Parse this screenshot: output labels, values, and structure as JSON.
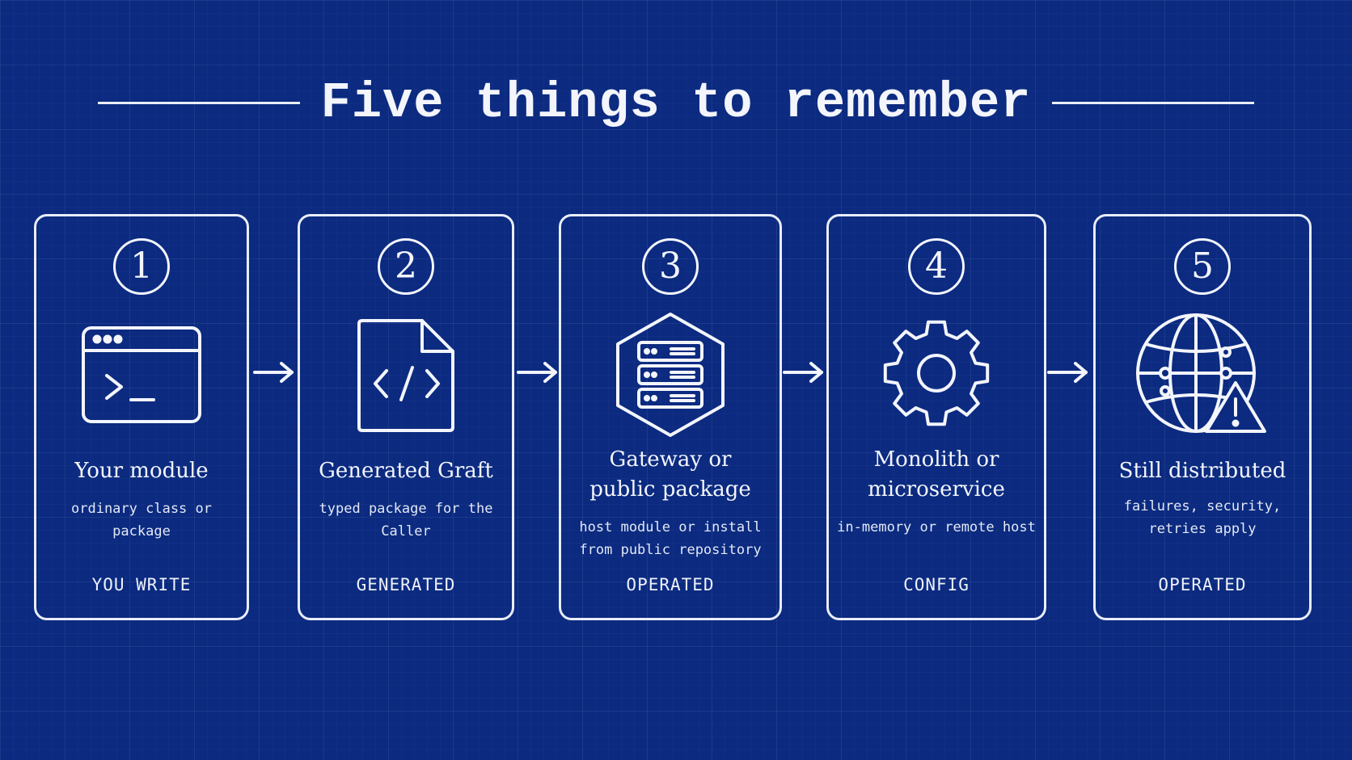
{
  "title": "Five things to remember",
  "cards": [
    {
      "number": "1",
      "heading": "Your module",
      "subtitle": [
        "ordinary class or package"
      ],
      "tag": "YOU WRITE",
      "icon": "terminal-window-icon"
    },
    {
      "number": "2",
      "heading": "Generated Graft",
      "subtitle": [
        "typed package for the Caller"
      ],
      "tag": "GENERATED",
      "icon": "code-file-icon"
    },
    {
      "number": "3",
      "heading": [
        "Gateway or",
        "public package"
      ],
      "subtitle": [
        "host module or install",
        "from public repository"
      ],
      "tag": "OPERATED",
      "icon": "server-hexagon-icon"
    },
    {
      "number": "4",
      "heading": [
        "Monolith or",
        "microservice"
      ],
      "subtitle": [
        "in-memory or remote host"
      ],
      "tag": "CONFIG",
      "icon": "gear-icon"
    },
    {
      "number": "5",
      "heading": "Still distributed",
      "subtitle": [
        "failures, security,",
        "retries apply"
      ],
      "tag": "OPERATED",
      "icon": "globe-warning-icon"
    }
  ],
  "colors": {
    "background": "#0b2a80",
    "ink": "#f3f5fb"
  }
}
